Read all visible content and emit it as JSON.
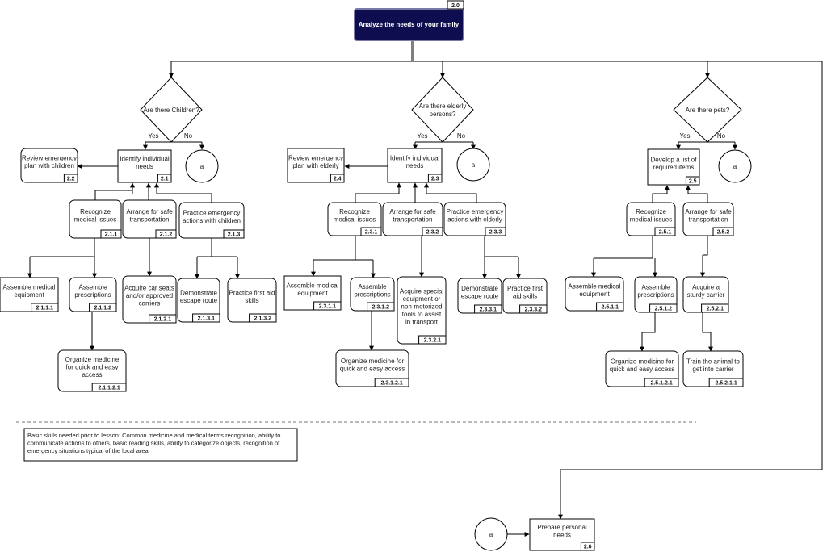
{
  "root": {
    "label": "Analyze the needs of your family",
    "id": "2.0"
  },
  "decisions": [
    {
      "key": "children",
      "label": [
        "Are there Children?"
      ]
    },
    {
      "key": "elderly",
      "label": [
        "Are there elderly",
        "persons?"
      ]
    },
    {
      "key": "pets",
      "label": [
        "Are there pets?"
      ]
    }
  ],
  "yes_label": "Yes",
  "no_label": "No",
  "connector_label": "a",
  "boxes": [
    {
      "key": "b22",
      "lines": [
        "Review emergency",
        "plan with children"
      ],
      "id": "2.2"
    },
    {
      "key": "b21",
      "lines": [
        "Identify individual",
        "needs"
      ],
      "id": "2.1"
    },
    {
      "key": "b211",
      "lines": [
        "Recognize",
        "medical issues"
      ],
      "id": "2.1.1"
    },
    {
      "key": "b212",
      "lines": [
        "Arrange for safe",
        "transportation"
      ],
      "id": "2.1.2"
    },
    {
      "key": "b213",
      "lines": [
        "Practice emergency",
        "actions with children"
      ],
      "id": "2.1.3"
    },
    {
      "key": "b2111",
      "lines": [
        "Assemble medical",
        "equipment"
      ],
      "id": "2.1.1.1"
    },
    {
      "key": "b2112",
      "lines": [
        "Assemble",
        "prescriptions"
      ],
      "id": "2.1.1.2"
    },
    {
      "key": "b2121",
      "lines": [
        "Acquire car seats",
        "and/or approved",
        "carriers"
      ],
      "id": "2.1.2.1"
    },
    {
      "key": "b2131",
      "lines": [
        "Demonstrate",
        "escape route"
      ],
      "id": "2.1.3.1"
    },
    {
      "key": "b2132",
      "lines": [
        "Practice first aid",
        "skills"
      ],
      "id": "2.1.3.2"
    },
    {
      "key": "b21121",
      "lines": [
        "Organize medicine",
        "for quick and easy",
        "access"
      ],
      "id": "2.1.1.2.1"
    },
    {
      "key": "b24",
      "lines": [
        "Review emergency",
        "plan with elderly"
      ],
      "id": "2.4"
    },
    {
      "key": "b23",
      "lines": [
        "Identify individual",
        "needs"
      ],
      "id": "2.3"
    },
    {
      "key": "b231",
      "lines": [
        "Recognize",
        "medical issues"
      ],
      "id": "2.3.1"
    },
    {
      "key": "b232",
      "lines": [
        "Arrange for safe",
        "transportation"
      ],
      "id": "2.3.2"
    },
    {
      "key": "b233",
      "lines": [
        "Practice emergency",
        "actions with elderly"
      ],
      "id": "2.3.3"
    },
    {
      "key": "b2311",
      "lines": [
        "Assemble medical",
        "equipment"
      ],
      "id": "2.3.1.1"
    },
    {
      "key": "b2312",
      "lines": [
        "Assemble",
        "prescriptions"
      ],
      "id": "2.3.1.2"
    },
    {
      "key": "b2321",
      "lines": [
        "Acquire special",
        "equipment or",
        "non-motorized",
        "tools to assist",
        "in transport"
      ],
      "id": "2.3.2.1"
    },
    {
      "key": "b2331",
      "lines": [
        "Demonstrate",
        "escape route"
      ],
      "id": "2.3.3.1"
    },
    {
      "key": "b2332",
      "lines": [
        "Practice first",
        "aid skills"
      ],
      "id": "2.3.3.2"
    },
    {
      "key": "b23121",
      "lines": [
        "Organize medicine for",
        "quick and easy access"
      ],
      "id": "2.3.1.2.1"
    },
    {
      "key": "b25",
      "lines": [
        "Develop a list of",
        "required items"
      ],
      "id": "2.5"
    },
    {
      "key": "b251",
      "lines": [
        "Recognize",
        "medical issues"
      ],
      "id": "2.5.1"
    },
    {
      "key": "b252",
      "lines": [
        "Arrange for safe",
        "transportation"
      ],
      "id": "2.5.2"
    },
    {
      "key": "b2511",
      "lines": [
        "Assemble medical",
        "equipment"
      ],
      "id": "2.5.1.1"
    },
    {
      "key": "b2512",
      "lines": [
        "Assemble",
        "prescriptions"
      ],
      "id": "2.5.1.2"
    },
    {
      "key": "b2521",
      "lines": [
        "Acquire a",
        "sturdy carrier"
      ],
      "id": "2.5.2.1"
    },
    {
      "key": "b25121",
      "lines": [
        "Organize medicine for",
        "quick and easy access"
      ],
      "id": "2.5.1.2.1"
    },
    {
      "key": "b25211",
      "lines": [
        "Train the animal to",
        "get into carrier"
      ],
      "id": "2.5.2.1.1"
    },
    {
      "key": "b26",
      "lines": [
        "Prepare personal",
        "needs"
      ],
      "id": "2.6"
    }
  ],
  "note": [
    "Basic skills needed prior to lesson: Common medicine and medical terms recognition, ability to",
    "communicate actions to others, basic reading skills, ability to categorize objects, recognition of",
    "emergency situations typical of the local area."
  ]
}
